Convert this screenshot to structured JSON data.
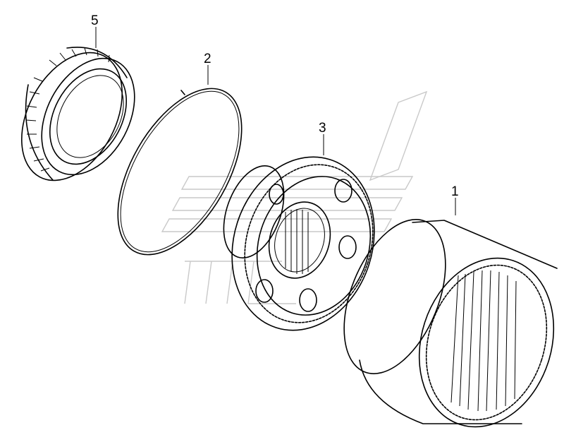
{
  "callouts": {
    "ring_gear": "1",
    "snap_ring": "2",
    "gear_carrier": "3",
    "bearing": "5"
  },
  "colors": {
    "line": "#000000",
    "background": "#ffffff",
    "watermark": "#c9c9c9"
  }
}
